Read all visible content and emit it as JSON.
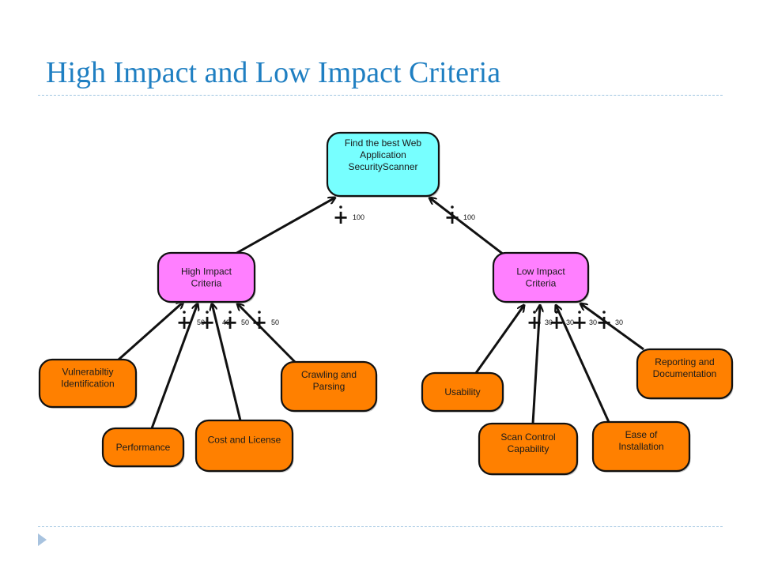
{
  "slide": {
    "title": "High Impact and Low Impact Criteria"
  },
  "colors": {
    "title": "#1f7fc2",
    "goal_fill": "#77ffff",
    "criteria_fill": "#ff7fff",
    "leaf_fill": "#ff8000",
    "stroke": "#111111"
  },
  "goal": {
    "lines": [
      "Find the best Web",
      "Application",
      "SecurityScanner"
    ]
  },
  "criteria": [
    {
      "lines": [
        "High Impact",
        "Criteria"
      ],
      "contribution": {
        "sign": "+",
        "weight": "100"
      },
      "children": [
        {
          "lines": [
            "Vulnerabiltiy",
            "Identification"
          ],
          "sign": "+",
          "weight": "50"
        },
        {
          "lines": [
            "Performance"
          ],
          "sign": "+",
          "weight": "40"
        },
        {
          "lines": [
            "Cost and License"
          ],
          "sign": "+",
          "weight": "50"
        },
        {
          "lines": [
            "Crawling and",
            "Parsing"
          ],
          "sign": "+",
          "weight": "50"
        }
      ]
    },
    {
      "lines": [
        "Low Impact",
        "Criteria"
      ],
      "contribution": {
        "sign": "+",
        "weight": "100"
      },
      "children": [
        {
          "lines": [
            "Usability"
          ],
          "sign": "+",
          "weight": "30"
        },
        {
          "lines": [
            "Scan Control",
            "Capability"
          ],
          "sign": "+",
          "weight": "30"
        },
        {
          "lines": [
            "Ease of",
            "Installation"
          ],
          "sign": "+",
          "weight": "30"
        },
        {
          "lines": [
            "Reporting and",
            "Documentation"
          ],
          "sign": "+",
          "weight": "30"
        }
      ]
    }
  ]
}
